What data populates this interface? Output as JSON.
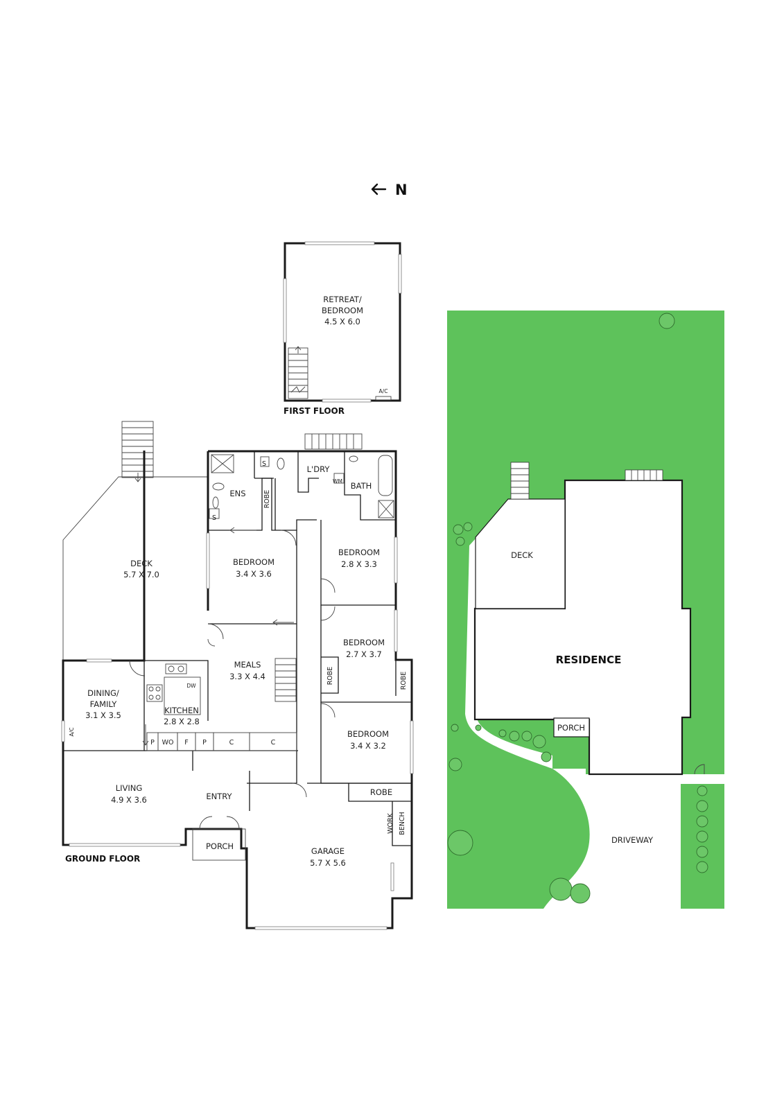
{
  "compass": {
    "arrow": "←",
    "label": "N"
  },
  "floors": {
    "first_floor_label": "FIRST FLOOR",
    "ground_floor_label": "GROUND FLOOR"
  },
  "first_floor": {
    "retreat": {
      "name_line1": "RETREAT/",
      "name_line2": "BEDROOM",
      "dims": "4.5 X 6.0"
    },
    "ac": "A/C"
  },
  "ground_floor": {
    "deck": {
      "name": "DECK",
      "dims": "5.7 X 7.0"
    },
    "ens": "ENS",
    "s1": "S",
    "s2": "S",
    "robe_ens": "ROBE",
    "laundry": "L'DRY",
    "wm": "WM",
    "bath": "BATH",
    "bedroom_main": {
      "name": "BEDROOM",
      "dims": "3.4 X 3.6"
    },
    "bedroom_2": {
      "name": "BEDROOM",
      "dims": "2.8 X 3.3"
    },
    "bedroom_3": {
      "name": "BEDROOM",
      "dims": "2.7 X 3.7"
    },
    "bedroom_4": {
      "name": "BEDROOM",
      "dims": "3.4 X 3.2"
    },
    "robe_b3_left": "ROBE",
    "robe_b3_right": "ROBE",
    "meals": {
      "name": "MEALS",
      "dims": "3.3 X 4.4"
    },
    "dining": {
      "name_line1": "DINING/",
      "name_line2": "FAMILY",
      "dims": "3.1 X 3.5"
    },
    "ac": "A/C",
    "kitchen": {
      "name": "KITCHEN",
      "dims": "2.8 X 2.8"
    },
    "dw": "DW",
    "cupboards": [
      "P",
      "WO",
      "F",
      "P",
      "C",
      "C"
    ],
    "living": {
      "name": "LIVING",
      "dims": "4.9 X 3.6"
    },
    "entry": "ENTRY",
    "porch": "PORCH",
    "robe_garage": "ROBE",
    "work_bench_line1": "WORK",
    "work_bench_line2": "BENCH",
    "garage": {
      "name": "GARAGE",
      "dims": "5.7 X 5.6"
    }
  },
  "site_plan": {
    "deck": "DECK",
    "residence": "RESIDENCE",
    "porch": "PORCH",
    "driveway": "DRIVEWAY",
    "lawn_color": "#5ec25b"
  }
}
